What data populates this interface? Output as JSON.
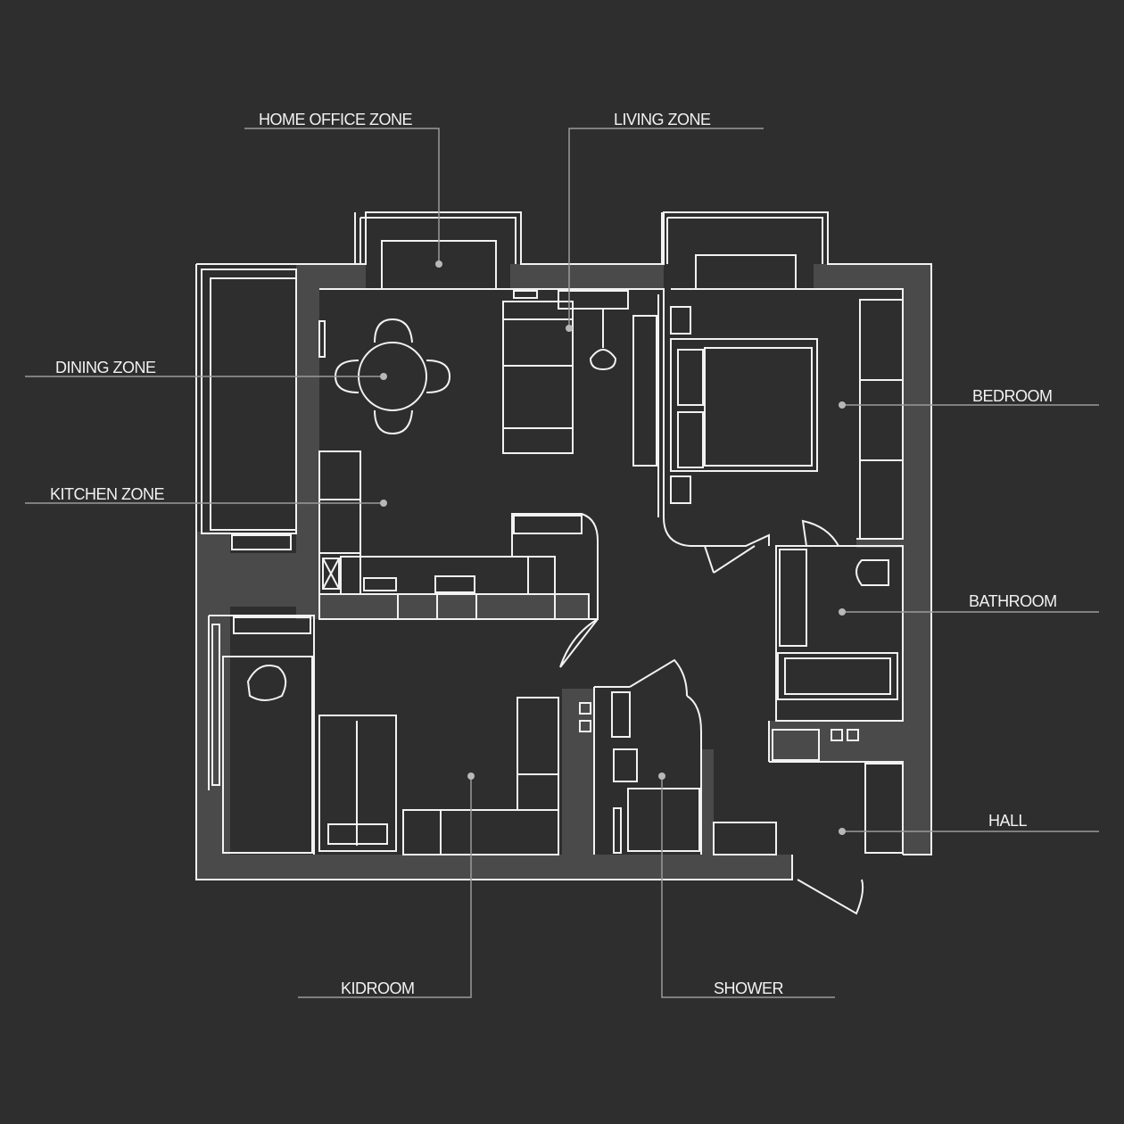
{
  "colors": {
    "background": "#2e2e2e",
    "wall": "#4a4a4a",
    "line": "#f2f2f2",
    "leader": "#9a9a9a",
    "dot": "#b8b8b8"
  },
  "zones": {
    "home_office": "HOME OFFICE ZONE",
    "living": "LIVING ZONE",
    "dining": "DINING ZONE",
    "kitchen": "KITCHEN ZONE",
    "bedroom": "BEDROOM",
    "bathroom": "BATHROOM",
    "hall": "HALL",
    "kidroom": "KIDROOM",
    "shower": "SHOWER"
  }
}
